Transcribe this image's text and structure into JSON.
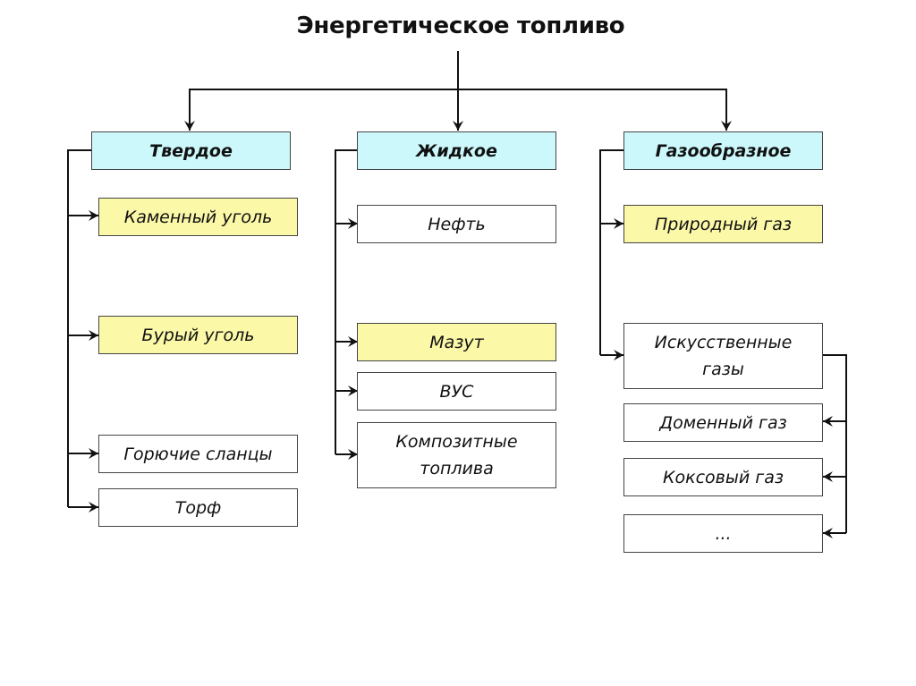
{
  "title": "Энергетическое топливо",
  "colors": {
    "category_fill": "#ccf8fb",
    "highlight_fill": "#fbf8a8",
    "plain_fill": "#ffffff",
    "line": "#111111"
  },
  "categories": [
    {
      "label": "Твердое",
      "items": [
        {
          "label": "Каменный уголь",
          "highlight": true
        },
        {
          "label": "Бурый уголь",
          "highlight": true
        },
        {
          "label": "Горючие сланцы",
          "highlight": false
        },
        {
          "label": "Торф",
          "highlight": false
        }
      ]
    },
    {
      "label": "Жидкое",
      "items": [
        {
          "label": "Нефть",
          "highlight": false
        },
        {
          "label": "Мазут",
          "highlight": true
        },
        {
          "label": "ВУС",
          "highlight": false
        },
        {
          "label": "Композитные топлива",
          "highlight": false
        }
      ]
    },
    {
      "label": "Газообразное",
      "items": [
        {
          "label": "Природный газ",
          "highlight": true
        },
        {
          "label": "Искусственные газы",
          "highlight": false,
          "children": [
            {
              "label": "Доменный газ"
            },
            {
              "label": "Коксовый газ"
            },
            {
              "label": "..."
            }
          ]
        }
      ]
    }
  ]
}
